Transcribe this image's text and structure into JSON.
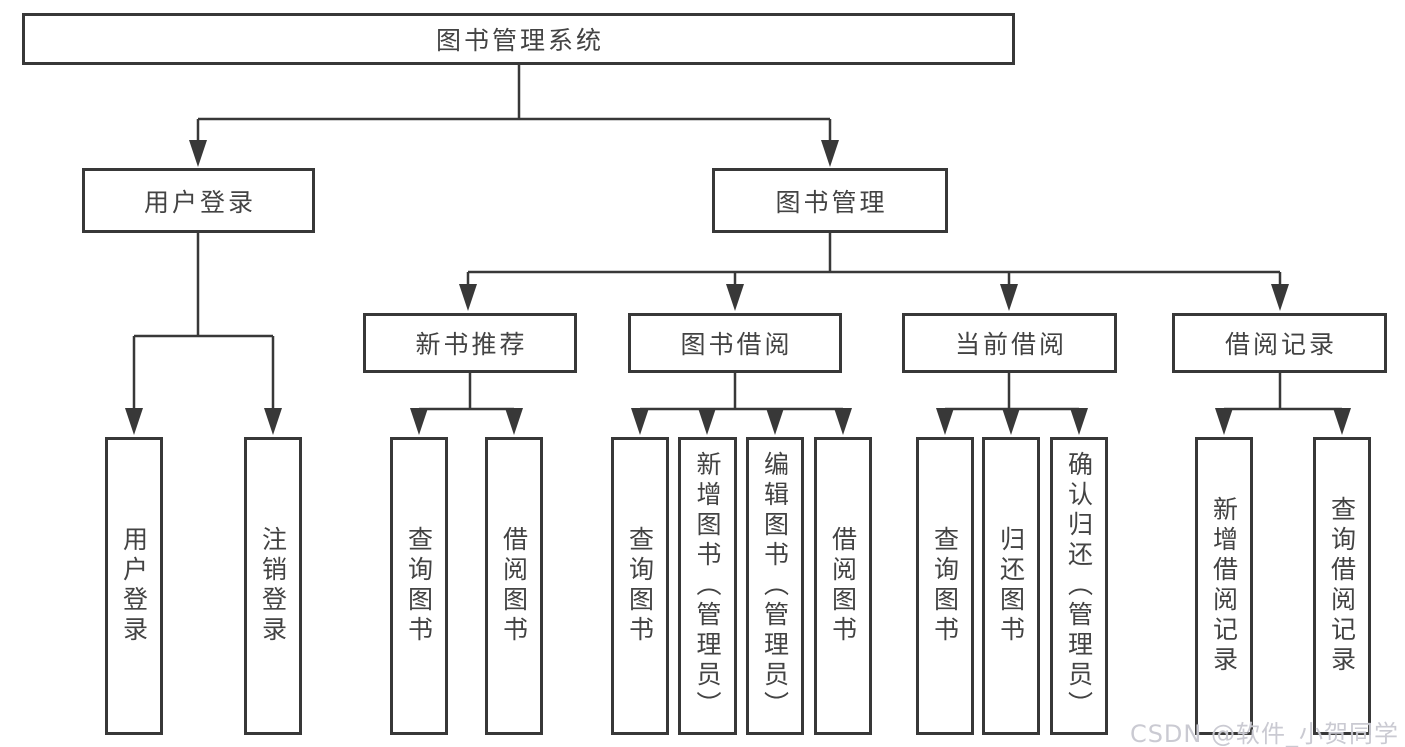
{
  "diagram": {
    "title": "图书管理系统",
    "level2": {
      "user_login": "用户登录",
      "book_management": "图书管理"
    },
    "level3": {
      "new_book_recommend": "新书推荐",
      "book_borrow": "图书借阅",
      "current_borrow": "当前借阅",
      "borrow_records": "借阅记录"
    },
    "leaves": {
      "user_login": "用户登录",
      "logout": "注销登录",
      "nb_query_books": "查询图书",
      "nb_borrow_books": "借阅图书",
      "bb_query_books": "查询图书",
      "bb_add_books_admin": "新增图书（管理员）",
      "bb_edit_books_admin": "编辑图书（管理员）",
      "bb_borrow_books": "借阅图书",
      "cb_query_books": "查询图书",
      "cb_return_books": "归还图书",
      "cb_confirm_return_admin": "确认归还（管理员）",
      "br_add_record": "新增借阅记录",
      "br_query_record": "查询借阅记录"
    },
    "watermark": "CSDN @软件_小贺同学",
    "colors": {
      "line": "#383838",
      "text": "#434343",
      "background": "#ffffff",
      "watermark": "#c6c6ce"
    }
  }
}
